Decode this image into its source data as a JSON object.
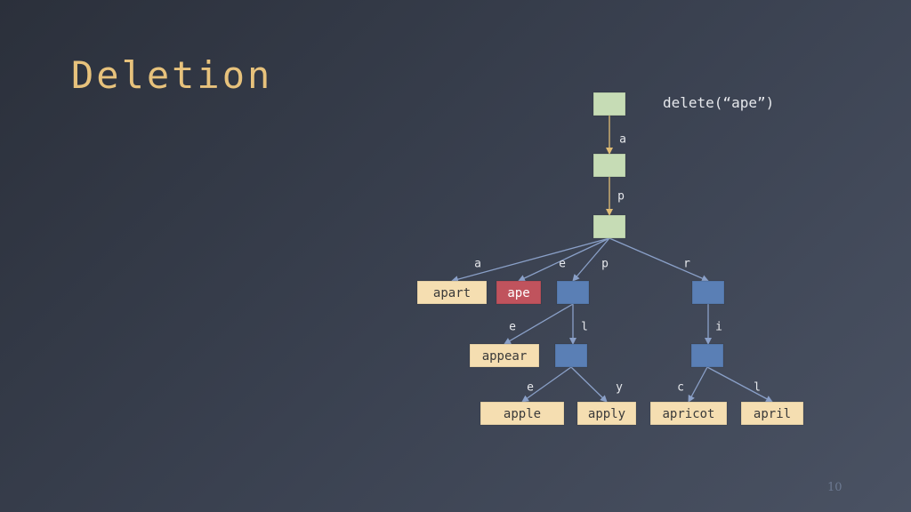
{
  "slide": {
    "title": "Deletion",
    "operation": "delete(“ape”)",
    "page_number": "10"
  },
  "colors": {
    "path_node": "#c6dcb5",
    "inner_node": "#5a7fb5",
    "leaf": "#f5deb1",
    "deleted_leaf": "#c0535d",
    "path_edge": "#e0bd76",
    "edge": "#8aa0c8"
  },
  "tree": {
    "nodes": [
      {
        "id": "root",
        "kind": "path"
      },
      {
        "id": "n_a",
        "kind": "path"
      },
      {
        "id": "n_ap",
        "kind": "path"
      },
      {
        "id": "leaf_apart",
        "kind": "leaf",
        "label": "apart"
      },
      {
        "id": "leaf_ape",
        "kind": "deleted",
        "label": "ape"
      },
      {
        "id": "n_app",
        "kind": "inner"
      },
      {
        "id": "n_apr",
        "kind": "inner"
      },
      {
        "id": "leaf_appear",
        "kind": "leaf",
        "label": "appear"
      },
      {
        "id": "n_appl",
        "kind": "inner"
      },
      {
        "id": "n_apri",
        "kind": "inner"
      },
      {
        "id": "leaf_apple",
        "kind": "leaf",
        "label": "apple"
      },
      {
        "id": "leaf_apply",
        "kind": "leaf",
        "label": "apply"
      },
      {
        "id": "leaf_apricot",
        "kind": "leaf",
        "label": "apricot"
      },
      {
        "id": "leaf_april",
        "kind": "leaf",
        "label": "april"
      }
    ],
    "edges": [
      {
        "from": "root",
        "to": "n_a",
        "label": "a",
        "kind": "path"
      },
      {
        "from": "n_a",
        "to": "n_ap",
        "label": "p",
        "kind": "path"
      },
      {
        "from": "n_ap",
        "to": "leaf_apart",
        "label": "a",
        "kind": "normal"
      },
      {
        "from": "n_ap",
        "to": "leaf_ape",
        "label": "e",
        "kind": "normal"
      },
      {
        "from": "n_ap",
        "to": "n_app",
        "label": "p",
        "kind": "normal"
      },
      {
        "from": "n_ap",
        "to": "n_apr",
        "label": "r",
        "kind": "normal"
      },
      {
        "from": "n_app",
        "to": "leaf_appear",
        "label": "e",
        "kind": "normal"
      },
      {
        "from": "n_app",
        "to": "n_appl",
        "label": "l",
        "kind": "normal"
      },
      {
        "from": "n_apr",
        "to": "n_apri",
        "label": "i",
        "kind": "normal"
      },
      {
        "from": "n_appl",
        "to": "leaf_apple",
        "label": "e",
        "kind": "normal"
      },
      {
        "from": "n_appl",
        "to": "leaf_apply",
        "label": "y",
        "kind": "normal"
      },
      {
        "from": "n_apri",
        "to": "leaf_apricot",
        "label": "c",
        "kind": "normal"
      },
      {
        "from": "n_apri",
        "to": "leaf_april",
        "label": "l",
        "kind": "normal"
      }
    ]
  }
}
